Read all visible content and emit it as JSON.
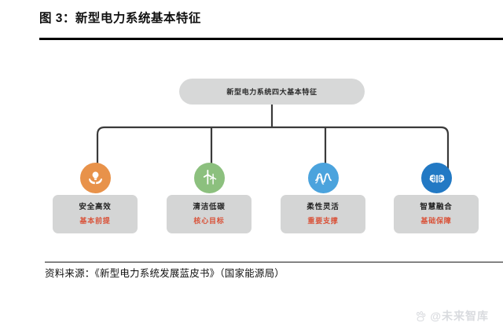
{
  "figure": {
    "title": "图 3：新型电力系统基本特征",
    "source": "资料来源：《新型电力系统发展蓝皮书》（国家能源局）"
  },
  "diagram": {
    "type": "hierarchy",
    "root": {
      "label": "新型电力系统四大基本特征",
      "fill": "#d7d8d8"
    },
    "branches": [
      {
        "icon": "hands-holding-lightbulb-icon",
        "icon_color": "#e8924a",
        "title": "安全高效",
        "subtitle": "基本前提",
        "subtitle_color": "#d9533a"
      },
      {
        "icon": "wind-turbine-icon",
        "icon_color": "#8cc07e",
        "title": "清洁低碳",
        "subtitle": "核心目标",
        "subtitle_color": "#d9533a"
      },
      {
        "icon": "waveform-icon",
        "icon_color": "#4ba3dd",
        "title": "柔性灵活",
        "subtitle": "重要支撑",
        "subtitle_color": "#d9533a"
      },
      {
        "icon": "brain-network-icon",
        "icon_color": "#2279c4",
        "title": "智慧融合",
        "subtitle": "基础保障",
        "subtitle_color": "#d9533a"
      }
    ],
    "box_fill": "#d4d5d5",
    "connector_color": "#3a3a3a"
  },
  "watermark": {
    "text": "@未来智库",
    "color": "#d8dade"
  }
}
